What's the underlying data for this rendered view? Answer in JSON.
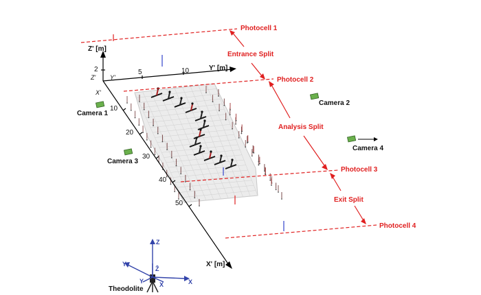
{
  "photocells": [
    "Photocell 1",
    "Photocell 2",
    "Photocell 3",
    "Photocell 4"
  ],
  "splits": [
    "Entrance Split",
    "Analysis Split",
    "Exit Split"
  ],
  "cameras": [
    "Camera 1",
    "Camera 2",
    "Camera 3",
    "Camera 4"
  ],
  "axes": {
    "z_label": "Z' [m]",
    "y_label": "Y' [m]",
    "x_label": "X' [m]",
    "z_tick": "2",
    "y_ticks": [
      "5",
      "10"
    ],
    "x_ticks": [
      "10",
      "20",
      "30",
      "40",
      "50"
    ],
    "origin_z": "Z'",
    "origin_y": "Y'",
    "origin_x": "X'"
  },
  "theodolite": {
    "label": "Theodolite",
    "z": "Z",
    "y": "Y",
    "x": "X",
    "z2": "Ẑ",
    "y2": "Y",
    "x2": "X"
  },
  "colors": {
    "red": "#e02020",
    "camera_green": "#6ab04c",
    "axis_blue": "#3344aa",
    "grid_gray": "#b8b8b8"
  }
}
